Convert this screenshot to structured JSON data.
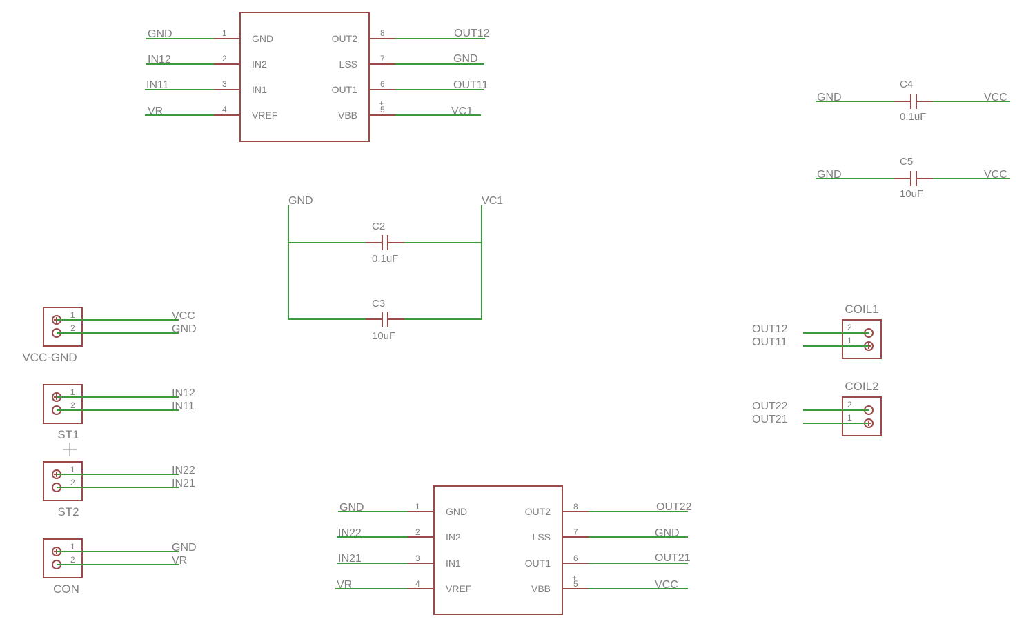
{
  "colors": {
    "component": "#9b4a4a",
    "wire": "#3c9a3c",
    "text": "#808080",
    "background": "#ffffff"
  },
  "ic1": {
    "pins": [
      {
        "num": "1",
        "name": "GND",
        "net": "GND"
      },
      {
        "num": "2",
        "name": "IN2",
        "net": "IN12"
      },
      {
        "num": "3",
        "name": "IN1",
        "net": "IN11"
      },
      {
        "num": "4",
        "name": "VREF",
        "net": "VR"
      },
      {
        "num": "8",
        "name": "OUT2",
        "net": "OUT12"
      },
      {
        "num": "7",
        "name": "LSS",
        "net": "GND"
      },
      {
        "num": "6",
        "name": "OUT1",
        "net": "OUT11"
      },
      {
        "num": "5",
        "name": "VBB",
        "net": "VC1"
      }
    ]
  },
  "ic2": {
    "pins": [
      {
        "num": "1",
        "name": "GND",
        "net": "GND"
      },
      {
        "num": "2",
        "name": "IN2",
        "net": "IN22"
      },
      {
        "num": "3",
        "name": "IN1",
        "net": "IN21"
      },
      {
        "num": "4",
        "name": "VREF",
        "net": "VR"
      },
      {
        "num": "8",
        "name": "OUT2",
        "net": "OUT22"
      },
      {
        "num": "7",
        "name": "LSS",
        "net": "GND"
      },
      {
        "num": "6",
        "name": "OUT1",
        "net": "OUT21"
      },
      {
        "num": "5",
        "name": "VBB",
        "net": "VCC"
      }
    ]
  },
  "vbb_plus": "+",
  "caps": {
    "c4": {
      "ref": "C4",
      "value": "0.1uF",
      "left_net": "GND",
      "right_net": "VCC"
    },
    "c5": {
      "ref": "C5",
      "value": "10uF",
      "left_net": "GND",
      "right_net": "VCC"
    },
    "c2": {
      "ref": "C2",
      "value": "0.1uF"
    },
    "c3": {
      "ref": "C3",
      "value": "10uF"
    },
    "parallel_left_net": "GND",
    "parallel_right_net": "VC1"
  },
  "connectors_left": [
    {
      "label": "VCC-GND",
      "pins": [
        "1",
        "2"
      ],
      "nets": [
        "VCC",
        "GND"
      ]
    },
    {
      "label": "ST1",
      "pins": [
        "1",
        "2"
      ],
      "nets": [
        "IN12",
        "IN11"
      ]
    },
    {
      "label": "ST2",
      "pins": [
        "1",
        "2"
      ],
      "nets": [
        "IN22",
        "IN21"
      ]
    },
    {
      "label": "CON",
      "pins": [
        "1",
        "2"
      ],
      "nets": [
        "GND",
        "VR"
      ]
    }
  ],
  "connectors_right": [
    {
      "label": "COIL1",
      "pins": [
        "2",
        "1"
      ],
      "nets": [
        "OUT12",
        "OUT11"
      ]
    },
    {
      "label": "COIL2",
      "pins": [
        "2",
        "1"
      ],
      "nets": [
        "OUT22",
        "OUT21"
      ]
    }
  ]
}
